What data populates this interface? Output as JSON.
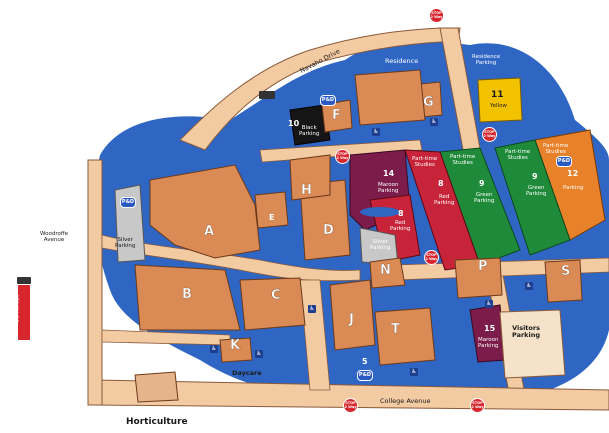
{
  "roads": {
    "navaho": "Navaho Drive",
    "woodroffe": "Woodroffe\nAvenue",
    "college": "College Avenue"
  },
  "buildings": [
    "A",
    "B",
    "C",
    "D",
    "E",
    "F",
    "G",
    "H",
    "J",
    "K",
    "N",
    "P",
    "S",
    "T"
  ],
  "parking": {
    "p11": {
      "number": "11",
      "name": "Yellow"
    },
    "p10": {
      "number": "10",
      "name": "Black\nParking"
    },
    "p14": {
      "number": "14",
      "name": "Maroon\nParking"
    },
    "p8a": {
      "number": "8",
      "name": "Red\nParking"
    },
    "p8b": {
      "number": "8",
      "name": "Red\nParking"
    },
    "p9a": {
      "number": "9",
      "name": "Green\nParking"
    },
    "p9b": {
      "number": "9",
      "name": "Green\nParking"
    },
    "p12": {
      "number": "12",
      "name": "Parking"
    },
    "p15": {
      "number": "15",
      "name": "Maroon\nParking"
    },
    "p5": {
      "number": "5",
      "name": "P&D"
    },
    "silver_left": "Silver\nParking",
    "silver_mid": "Silver\nParking",
    "residence_parking": "Residence\nParking",
    "visitors": "Visitors\nParking"
  },
  "studies": {
    "s1": "Part-time\nStudies",
    "s2": "Part-time\nStudies",
    "s3": "Part-time\nStudies",
    "s4": "Part-time\nStudies"
  },
  "areas": {
    "residence": "Residence",
    "daycare": "Daycare",
    "horticulture": "Horticulture",
    "transpo": "OC Transpo"
  },
  "signs": {
    "stop": "STOP\n2 Way",
    "pd": "P&D"
  },
  "colors": {
    "water": "#2f66c4",
    "road": "#f3cba3",
    "building": "#d98a55",
    "maroon": "#7b1c4a",
    "red": "#c7243a",
    "green": "#1f8a3a",
    "orange": "#e8822a",
    "yellow": "#f2c200"
  }
}
